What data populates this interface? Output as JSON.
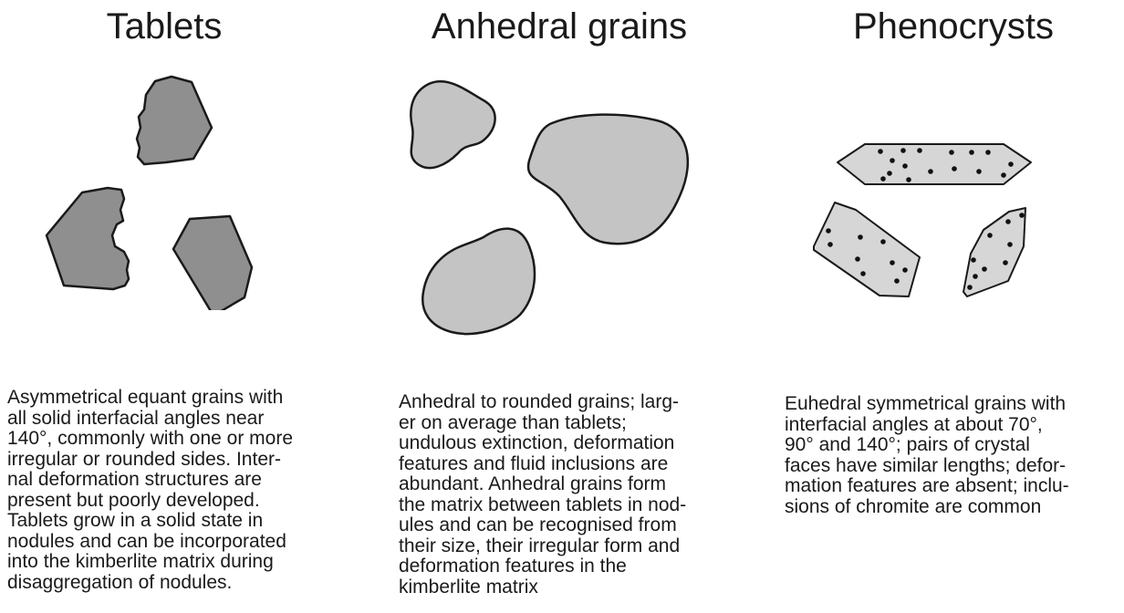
{
  "columns": {
    "tablets": {
      "title": "Tablets",
      "description": "Asymmetrical equant grains with\nall solid interfacial angles near\n140°, commonly with one or more\nirregular or rounded sides. Inter-\nnal deformation structures are\npresent but poorly developed.\nTablets grow in a solid state in\nnodules and can be incorporated\ninto the kimberlite matrix during\ndisaggregation of nodules."
    },
    "anhedral": {
      "title": "Anhedral grains",
      "description": "Anhedral to rounded grains; larg-\ner on average than tablets;\nundulous extinction, deformation\nfeatures and fluid inclusions are\nabundant. Anhedral grains form\nthe matrix between tablets in nod-\nules and can be recognised from\ntheir size, their irregular form and\ndeformation features in the\nkimberlite matrix"
    },
    "phenocrysts": {
      "title": "Phenocrysts",
      "description": "Euhedral symmetrical grains with\ninterfacial angles at about 70°,\n90° and 140°; pairs of crystal\nfaces have similar lengths; defor-\nmation features are absent; inclu-\nsions of chromite are common"
    }
  },
  "colors": {
    "tablet_fill": "#8f8f8f",
    "anhedral_fill": "#c4c4c4",
    "phenocryst_fill": "#d6d6d6",
    "outline": "#1a1a1a"
  }
}
